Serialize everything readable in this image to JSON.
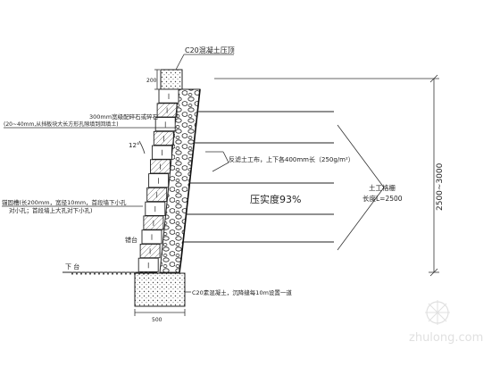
{
  "labels": {
    "cap_top": "C20混凝土压顶",
    "cap_height": "200",
    "gravel_line1": "300mm宽级配碎石或碎石",
    "gravel_line2": "(20~40mm,从挡板块大长方形孔隙填到回填土)",
    "slope_angle": "12°",
    "geotextile": "反滤土工布，上下各400mm长（250g/m²）",
    "compaction": "压实度93%",
    "anchor_line1": "锚固槽(长200mm，宽径10mm，首段墙下小孔",
    "anchor_line2": "对小孔；首段墙上大孔对下小孔)",
    "step": "错台",
    "ground": "下  台",
    "base_note": "C20素混凝土，沉降缝每10m设置一道",
    "base_width": "500",
    "geogrid_line1": "土工格栅",
    "geogrid_line2": "长度L=2500",
    "height_range": "2500~3000",
    "watermark": "zhulong.com"
  },
  "colors": {
    "line": "#222222",
    "watermark": "#c8c8c8"
  },
  "icons": {
    "watermark_logo": "zhulong-logo"
  }
}
